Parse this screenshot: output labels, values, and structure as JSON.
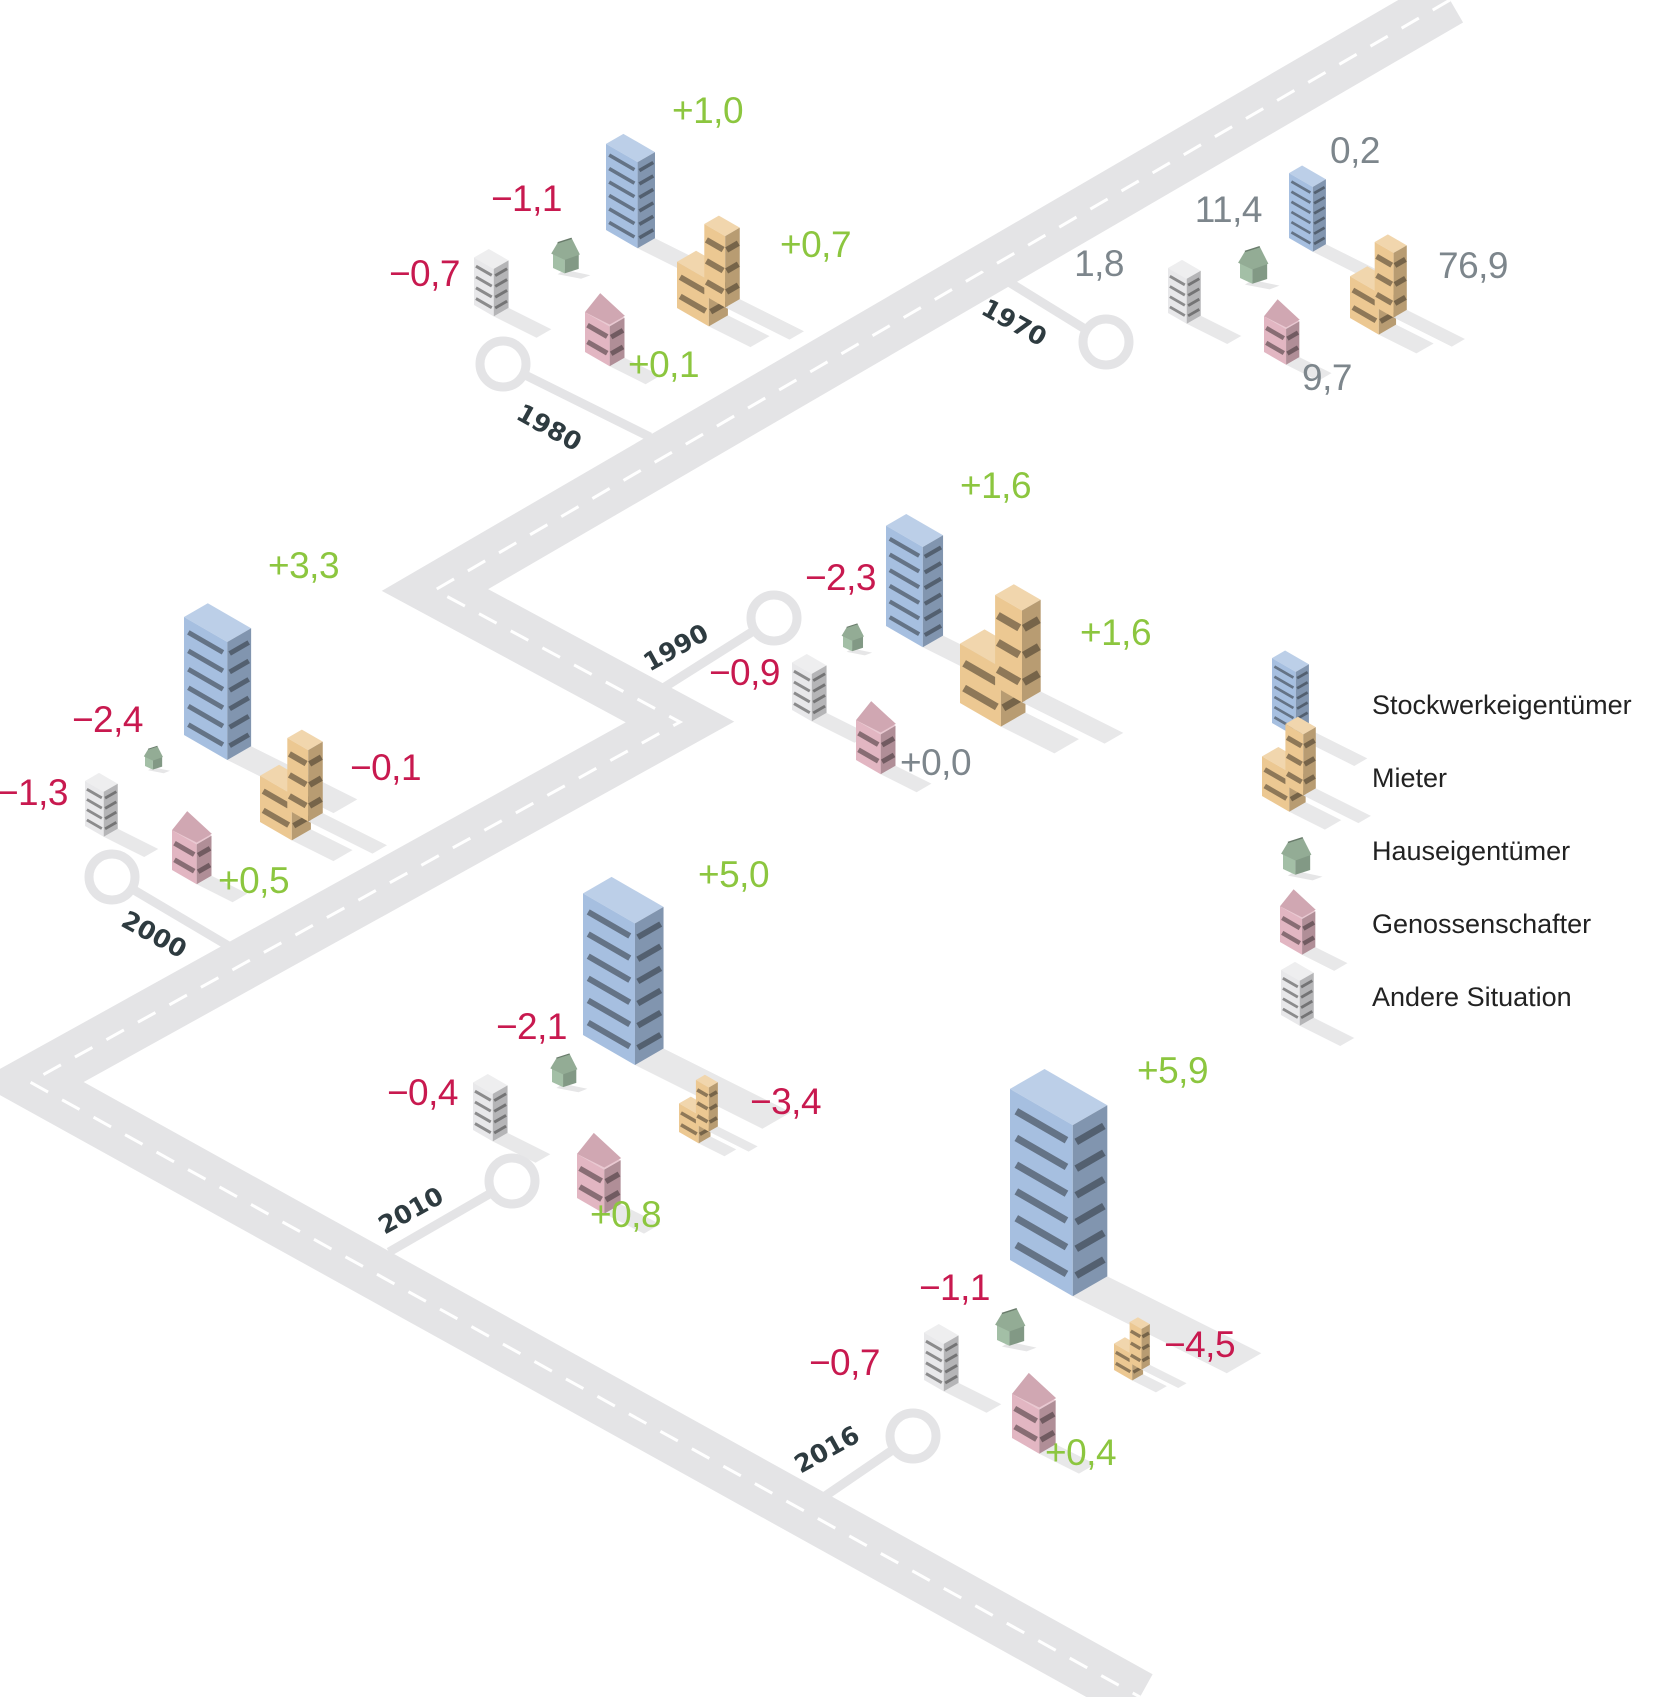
{
  "colors": {
    "positive": "#8cc63f",
    "negative": "#c8194f",
    "neutral": "#7d868c",
    "road": "#e4e4e6",
    "road_marking": "#ffffff",
    "year_text": "#2e3b40",
    "stockwerk": "#a6bfe0",
    "mieter": "#ecc892",
    "haus": "#a3bfa6",
    "genossen": "#e2b6c2",
    "andere": "#e8e8ea"
  },
  "legend": [
    {
      "key": "stockwerk",
      "label": "Stockwerkeigentümer"
    },
    {
      "key": "mieter",
      "label": "Mieter"
    },
    {
      "key": "haus",
      "label": "Hauseigentümer"
    },
    {
      "key": "genossen",
      "label": "Genossenschafter"
    },
    {
      "key": "andere",
      "label": "Andere Situation"
    }
  ],
  "milestones": [
    {
      "year": "1970",
      "values": {
        "stockwerk": "0,2",
        "haus": "11,4",
        "andere": "1,8",
        "mieter": "76,9",
        "genossen": "9,7"
      }
    },
    {
      "year": "1980",
      "values": {
        "stockwerk": "+1,0",
        "haus": "−1,1",
        "andere": "−0,7",
        "mieter": "+0,7",
        "genossen": "+0,1"
      }
    },
    {
      "year": "1990",
      "values": {
        "stockwerk": "+1,6",
        "haus": "−2,3",
        "andere": "−0,9",
        "mieter": "+1,6",
        "genossen": "+0,0"
      }
    },
    {
      "year": "2000",
      "values": {
        "stockwerk": "+3,3",
        "haus": "−2,4",
        "andere": "−1,3",
        "mieter": "−0,1",
        "genossen": "+0,5"
      }
    },
    {
      "year": "2010",
      "values": {
        "stockwerk": "+5,0",
        "haus": "−2,1",
        "andere": "−0,4",
        "mieter": "−3,4",
        "genossen": "+0,8"
      }
    },
    {
      "year": "2016",
      "values": {
        "stockwerk": "+5,9",
        "haus": "−1,1",
        "andere": "−0,7",
        "mieter": "−4,5",
        "genossen": "+0,4"
      }
    }
  ]
}
